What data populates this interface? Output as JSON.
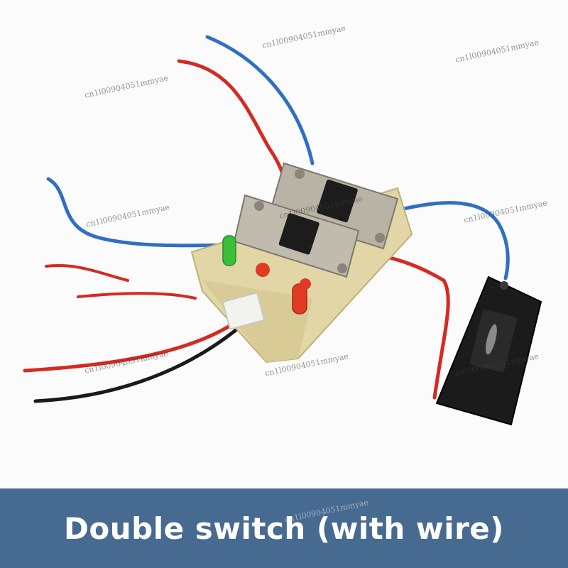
{
  "caption": "Double switch (with wire)",
  "watermarks": [
    "cn1l00904051mmyae",
    "cn1l00904051mmyae",
    "cn1l00904051mmyae",
    "cn1l00904051mmyae",
    "cn1l00904051mmyae",
    "cn1l00904051mmyae",
    "cn1l00904051mmyae",
    "cn1l00904051mmyae",
    "cn1l00904051mmyae",
    "cn1l00904051mmyae"
  ],
  "colors": {
    "banner": "#476a91",
    "caption_text": "#ffffff",
    "wire_red": "#d42a22",
    "wire_blue": "#2f6fc4",
    "wire_black": "#1a1a1a",
    "pcb": "#e2d6a6",
    "switch_metal": "#b9b3a6",
    "led_green": "#3bbf3a",
    "led_red": "#e03a22"
  }
}
